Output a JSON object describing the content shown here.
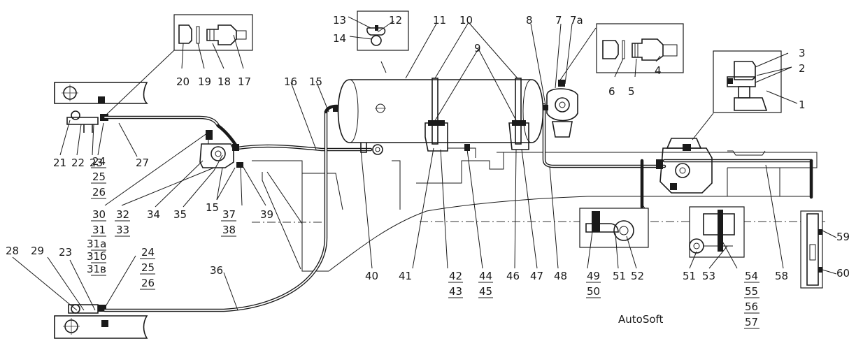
{
  "diagram": {
    "callouts": {
      "c1": "1",
      "c2": "2",
      "c3": "3",
      "c4": "4",
      "c5": "5",
      "c6": "6",
      "c7": "7",
      "c7a": "7а",
      "c8": "8",
      "c9": "9",
      "c10": "10",
      "c11": "11",
      "c12": "12",
      "c13": "13",
      "c14": "14",
      "c15a": "15",
      "c15b": "15",
      "c16": "16",
      "c17": "17",
      "c18": "18",
      "c19": "19",
      "c20": "20",
      "c21": "21",
      "c22": "22",
      "c23a": "23",
      "c23b": "23",
      "c24a": "24",
      "c25a": "25",
      "c26a": "26",
      "c24b": "24",
      "c25b": "25",
      "c26b": "26",
      "c27": "27",
      "c28": "28",
      "c29": "29",
      "c30": "30",
      "c31": "31",
      "c31a": "31а",
      "c31b": "31б",
      "c31v": "31в",
      "c32": "32",
      "c33": "33",
      "c34": "34",
      "c35": "35",
      "c36": "36",
      "c37": "37",
      "c38": "38",
      "c39": "39",
      "c40": "40",
      "c41": "41",
      "c42": "42",
      "c43": "43",
      "c44": "44",
      "c45": "45",
      "c46": "46",
      "c47": "47",
      "c48": "48",
      "c49": "49",
      "c50": "50",
      "c51a": "51",
      "c51b": "51",
      "c52": "52",
      "c53": "53",
      "c54": "54",
      "c55": "55",
      "c56": "56",
      "c57": "57",
      "c58": "58",
      "c59": "59",
      "c60": "60"
    },
    "watermark": "AutoSoft"
  }
}
